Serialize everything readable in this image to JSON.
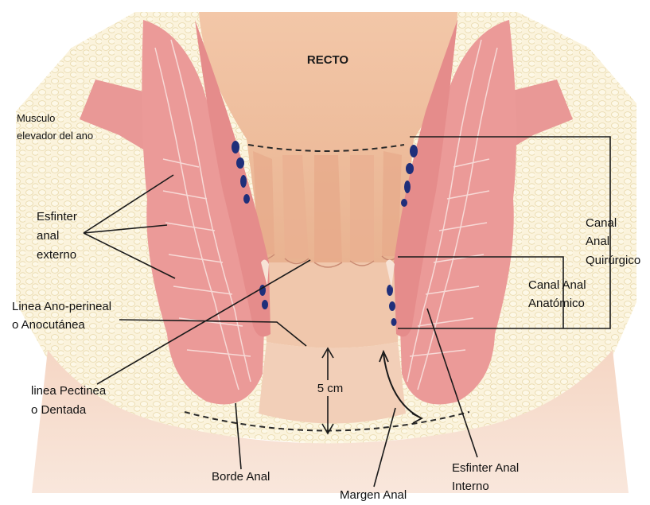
{
  "labels": {
    "recto": "RECTO",
    "musculo_1": "Musculo",
    "musculo_2": "elevador del ano",
    "esfinter_ext_1": "Esfinter",
    "esfinter_ext_2": "anal",
    "esfinter_ext_3": "externo",
    "linea_ano_1": "Linea Ano-perineal",
    "linea_ano_2": "o Anocutánea",
    "linea_pect_1": "linea Pectinea",
    "linea_pect_2": "o Dentada",
    "borde_anal": "Borde Anal",
    "margen_anal": "Margen Anal",
    "esfinter_int_1": "Esfinter Anal",
    "esfinter_int_2": "Interno",
    "canal_anatomico_1": "Canal Anal",
    "canal_anatomico_2": "Anatómico",
    "canal_quirurgico_1": "Canal",
    "canal_quirurgico_2": "Anal",
    "canal_quirurgico_3": "Quirúrgico",
    "medida": "5 cm"
  },
  "colors": {
    "muscle": "#eb9a98",
    "muscle_dark": "#d97f7e",
    "fat": "#fbf1d2",
    "mucosa": "#f0c0a0",
    "rectum": "#efbe9e",
    "veins": "#1f2f7a",
    "skin": "#f3d4c0"
  }
}
